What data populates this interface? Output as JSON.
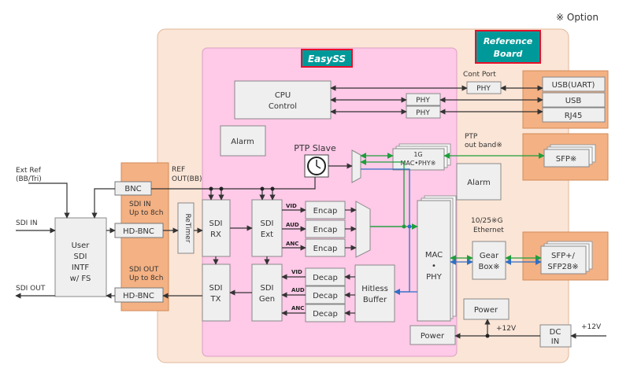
{
  "option_note": "※ Option",
  "badges": {
    "easyss": "EasySS",
    "reference_line1": "Reference",
    "reference_line2": "Board"
  },
  "left_labels": {
    "ext_ref_1": "Ext Ref",
    "ext_ref_2": "(BB/Tri)",
    "sdi_in": "SDI IN",
    "sdi_out": "SDI OUT"
  },
  "user_block": [
    "User",
    "SDI",
    "INTF",
    "w/ FS"
  ],
  "connector_panel": {
    "bnc": "BNC",
    "sdi_in_1": "SDI IN",
    "sdi_in_2": "Up to 8ch",
    "hd_bnc_in": "HD-BNC",
    "sdi_out_1": "SDI OUT",
    "sdi_out_2": "Up to 8ch",
    "hd_bnc_out": "HD-BNC"
  },
  "ref_out_1": "REF",
  "ref_out_2": "OUT(BB)",
  "retimer": "ReTimer",
  "sdi_rx": [
    "SDI",
    "RX"
  ],
  "sdi_tx": [
    "SDI",
    "TX"
  ],
  "sdi_ext": [
    "SDI",
    "Ext"
  ],
  "sdi_gen": [
    "SDI",
    "Gen"
  ],
  "signals": {
    "vid": "VID",
    "aud": "AUD",
    "anc": "ANC"
  },
  "encap": "Encap",
  "decap": "Decap",
  "hitless": [
    "Hitless",
    "Buffer"
  ],
  "cpu": [
    "CPU",
    "Control"
  ],
  "alarm": "Alarm",
  "ptp_slave": "PTP Slave",
  "mac_phy_1g": [
    "1G",
    "MAC•PHY※"
  ],
  "mac_phy_main": [
    "MAC",
    "•",
    "PHY"
  ],
  "power": "Power",
  "phy": "PHY",
  "cont_port": "Cont Port",
  "ptp_outband": [
    "PTP",
    "out band※"
  ],
  "ethernet": [
    "10/25※G",
    "Ethernet"
  ],
  "gearbox": [
    "Gear",
    "Box※"
  ],
  "ports": {
    "usb_uart": "USB(UART)",
    "usb": "USB",
    "rj45": "RJ45"
  },
  "sfp_1": "SFP※",
  "sfp_2": [
    "SFP+/",
    "SFP28※"
  ],
  "dc_in": [
    "DC",
    "IN"
  ],
  "v12": "+12V",
  "colors": {
    "board": "#fbe5d6",
    "easyss": "#ffc9e8",
    "teal": "#009999",
    "badge_border": "#e8102a",
    "port": "#f4b183",
    "block": "#efefef",
    "green": "#1f9e3b",
    "blue": "#2f6fc4"
  }
}
